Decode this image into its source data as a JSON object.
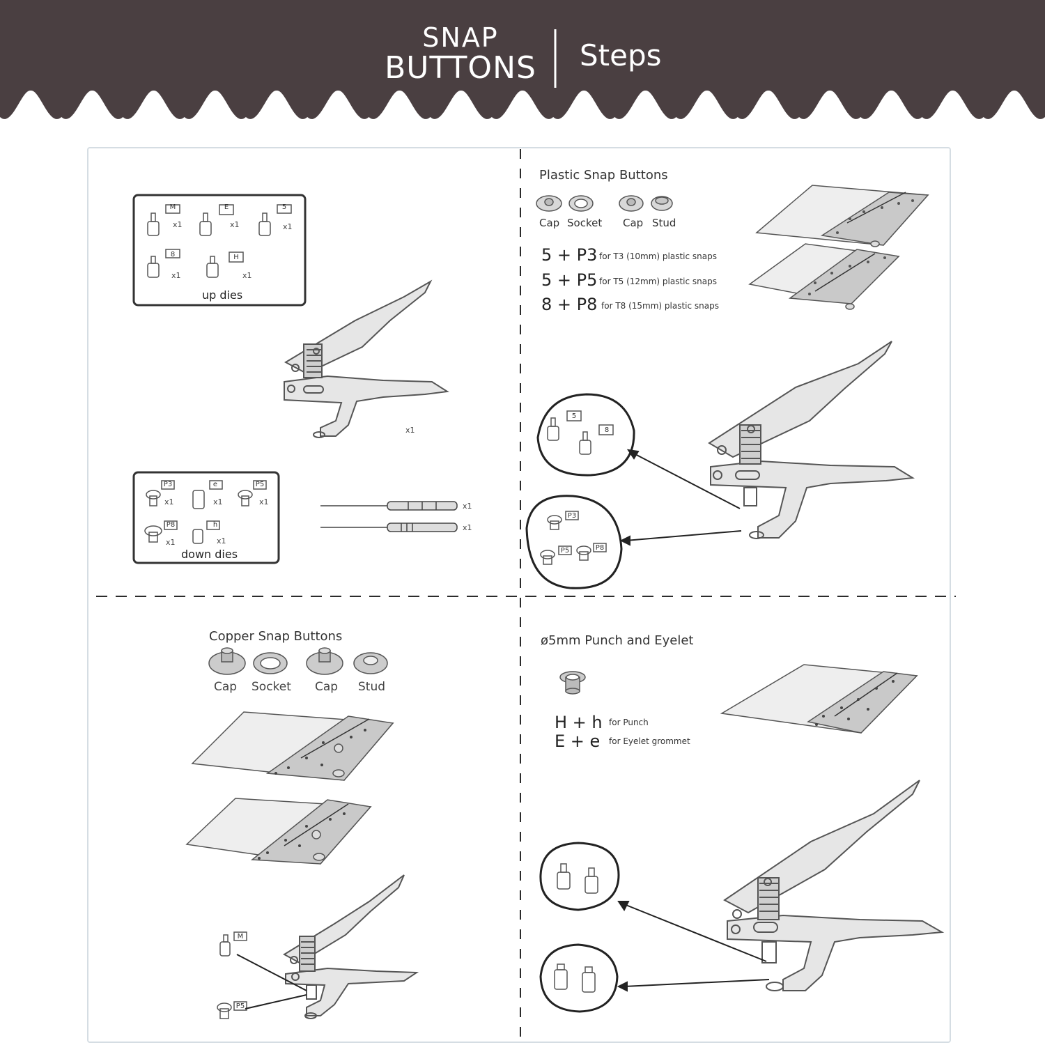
{
  "banner": {
    "title_line1": "SNAP",
    "title_line2": "BUTTONS",
    "steps": "Steps",
    "color": "#4a3f41"
  },
  "up_dies": {
    "title": "up dies",
    "dies": [
      {
        "tag": "M",
        "qty": "x1"
      },
      {
        "tag": "E",
        "qty": "x1"
      },
      {
        "tag": "5",
        "qty": "x1"
      },
      {
        "tag": "8",
        "qty": "x1"
      },
      {
        "tag": "H",
        "qty": "x1"
      }
    ]
  },
  "pliers_qty": "x1",
  "down_dies": {
    "title": "down dies",
    "dies": [
      {
        "tag": "P3",
        "qty": "x1"
      },
      {
        "tag": "e",
        "qty": "x1"
      },
      {
        "tag": "P5",
        "qty": "x1"
      },
      {
        "tag": "P8",
        "qty": "x1"
      },
      {
        "tag": "h",
        "qty": "x1"
      }
    ]
  },
  "tools": [
    {
      "name": "screwdriver-icon",
      "qty": "x1"
    },
    {
      "name": "awl-icon",
      "qty": "x1"
    }
  ],
  "plastic": {
    "title": "Plastic Snap Buttons",
    "parts": [
      "Cap",
      "Socket",
      "Cap",
      "Stud"
    ],
    "rows": [
      {
        "combo": "5 + P3",
        "note": "for  T3 (10mm) plastic snaps"
      },
      {
        "combo": "5 + P5",
        "note": "for  T5 (12mm) plastic snaps"
      },
      {
        "combo": "8 + P8",
        "note": "for  T8 (15mm) plastic snaps"
      }
    ],
    "upper_circle_tags": [
      "5",
      "8"
    ],
    "lower_circle_tags": [
      "P3",
      "P5",
      "P8"
    ]
  },
  "copper": {
    "title": "Copper Snap Buttons",
    "parts": [
      "Cap",
      "Socket",
      "Cap",
      "Stud"
    ],
    "die_tags": [
      "M",
      "P5"
    ]
  },
  "eyelet": {
    "title": "ø5mm Punch and Eyelet",
    "rows": [
      {
        "combo": "H + h",
        "note": "for  Punch"
      },
      {
        "combo": "E + e",
        "note": "for  Eyelet grommet"
      }
    ]
  }
}
